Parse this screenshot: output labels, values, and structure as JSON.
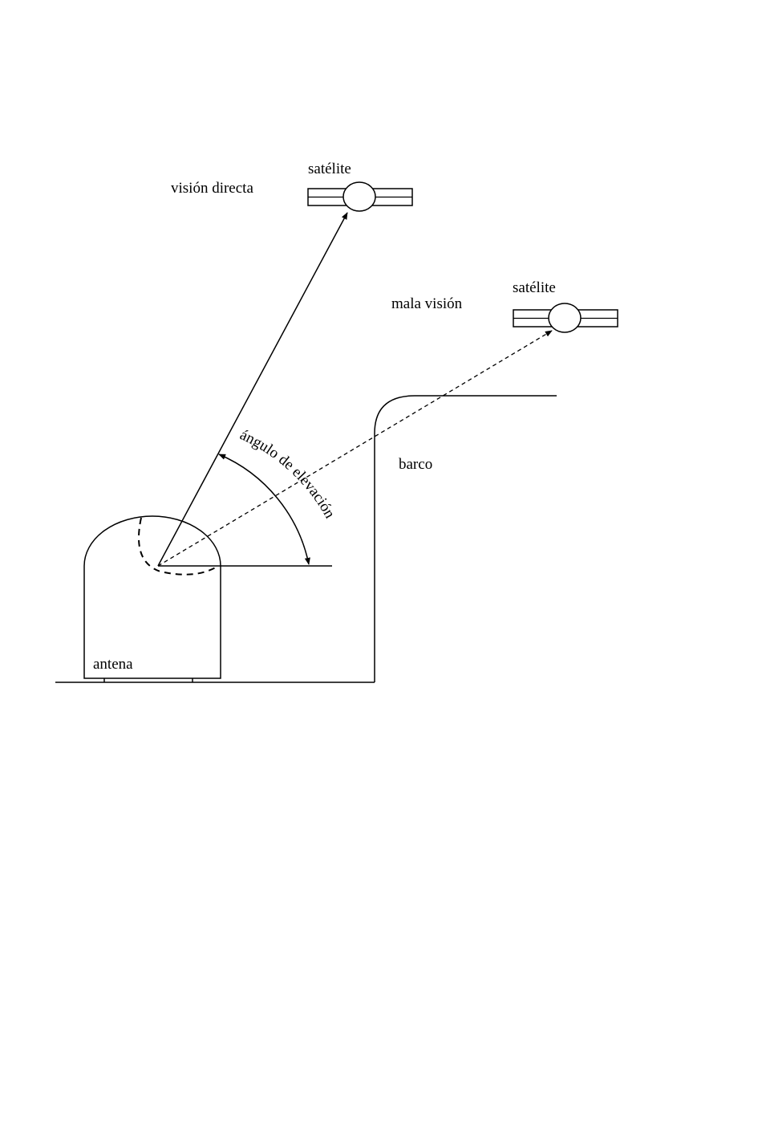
{
  "labels": {
    "direct_view": "visión directa",
    "satellite_1": "satélite",
    "poor_view": "mala visión",
    "satellite_2": "satélite",
    "ship": "barco",
    "antenna": "antena",
    "elevation_angle": "ángulo de elevación"
  },
  "colors": {
    "line": "#000000",
    "background": "#ffffff"
  }
}
